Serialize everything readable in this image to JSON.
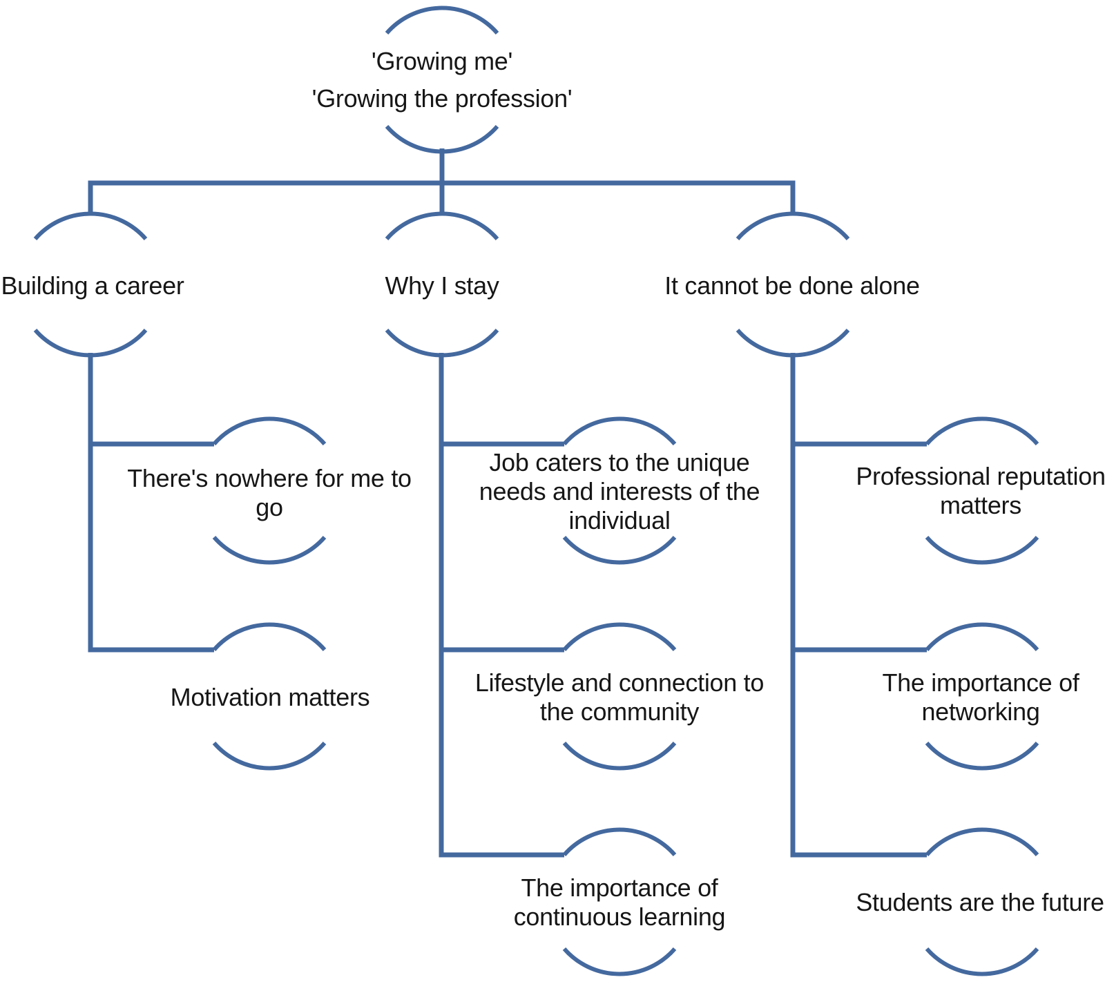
{
  "figure": {
    "type": "hierarchy-diagram",
    "background": "#ffffff",
    "line_color": "#44699F",
    "text_color": "#161616"
  },
  "tree": {
    "root": {
      "text": "'Growing me' 'Growing the profession'",
      "lines": [
        "'Growing me'",
        "'Growing the profession'"
      ]
    },
    "branches": [
      {
        "label": {
          "text": "Building a career",
          "lines": [
            "Building a career"
          ]
        },
        "children": [
          {
            "text": "There's nowhere for me to go",
            "lines": [
              "There's nowhere for me to",
              "go"
            ]
          },
          {
            "text": "Motivation matters",
            "lines": [
              "Motivation matters"
            ]
          }
        ]
      },
      {
        "label": {
          "text": "Why I stay",
          "lines": [
            "Why I stay"
          ]
        },
        "children": [
          {
            "text": "Job caters to the unique needs and interests of the individual",
            "lines": [
              "Job caters to the unique",
              "needs and interests of the",
              "individual"
            ]
          },
          {
            "text": "Lifestyle and connection to the community",
            "lines": [
              "Lifestyle and connection to",
              "the community"
            ]
          },
          {
            "text": "The importance of continuous learning",
            "lines": [
              "The importance of",
              "continuous learning"
            ]
          }
        ]
      },
      {
        "label": {
          "text": "It cannot be done alone",
          "lines": [
            "It cannot be done alone"
          ]
        },
        "children": [
          {
            "text": "Professional reputation matters",
            "lines": [
              "Professional reputation",
              "matters"
            ]
          },
          {
            "text": "The importance of networking",
            "lines": [
              "The importance of",
              "networking"
            ]
          },
          {
            "text": "Students are the future",
            "lines": [
              "Students are the future"
            ]
          }
        ]
      }
    ]
  }
}
